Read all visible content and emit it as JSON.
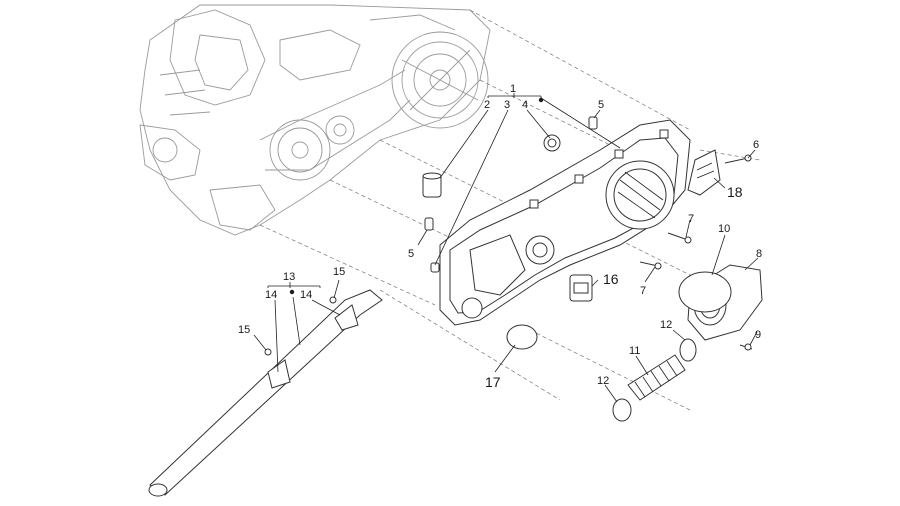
{
  "diagram": {
    "colors": {
      "line": "#333333",
      "ghost": "#9a9a9a",
      "text": "#1a1a1a"
    },
    "callouts": {
      "c1": "1",
      "c2": "2",
      "c3": "3",
      "c4": "4",
      "c5a": "5",
      "c5b": "5",
      "c6": "6",
      "c7a": "7",
      "c7b": "7",
      "c8": "8",
      "c9": "9",
      "c10": "10",
      "c11": "11",
      "c12a": "12",
      "c12b": "12",
      "c13": "13",
      "c14a": "14",
      "c14b": "14",
      "c15a": "15",
      "c15b": "15",
      "c16": "16",
      "c17": "17",
      "c18": "18"
    }
  }
}
